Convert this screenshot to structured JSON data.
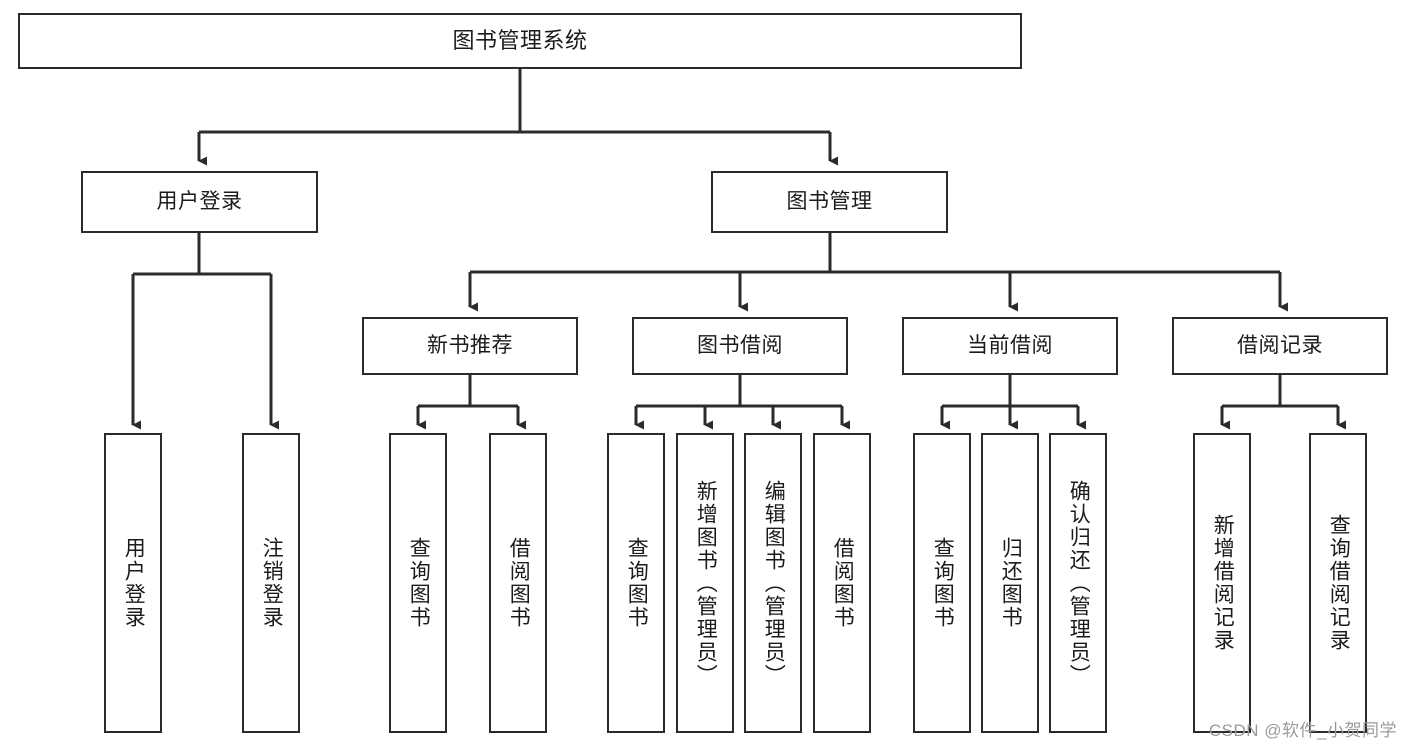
{
  "diagram": {
    "title": "图书管理系统",
    "type": "tree-hierarchy-diagram",
    "colors": {
      "box_border": "#2b2b2b",
      "box_fill": "#ffffff",
      "connector": "#2b2b2b",
      "text": "#1b1b1b",
      "watermark": "#9a9a9a",
      "background": "#ffffff"
    },
    "nodes": {
      "root": {
        "label": "图书管理系统"
      },
      "level2": [
        {
          "id": "user-login",
          "label": "用户登录"
        },
        {
          "id": "book-manage",
          "label": "图书管理"
        }
      ],
      "level3": [
        {
          "id": "new-book-recommend",
          "label": "新书推荐"
        },
        {
          "id": "book-borrow",
          "label": "图书借阅"
        },
        {
          "id": "current-borrow",
          "label": "当前借阅"
        },
        {
          "id": "borrow-record",
          "label": "借阅记录"
        }
      ],
      "leaves": {
        "user-login": [
          {
            "id": "leaf-user-login",
            "label": "用户登录"
          },
          {
            "id": "leaf-user-logout",
            "label": "注销登录"
          }
        ],
        "new-book-recommend": [
          {
            "id": "leaf-query-book-1",
            "label": "查询图书"
          },
          {
            "id": "leaf-borrow-book-1",
            "label": "借阅图书"
          }
        ],
        "book-borrow": [
          {
            "id": "leaf-query-book-2",
            "label": "查询图书"
          },
          {
            "id": "leaf-add-book",
            "label": "新增图书（管理员）"
          },
          {
            "id": "leaf-edit-book",
            "label": "编辑图书（管理员）"
          },
          {
            "id": "leaf-borrow-book-2",
            "label": "借阅图书"
          }
        ],
        "current-borrow": [
          {
            "id": "leaf-query-book-3",
            "label": "查询图书"
          },
          {
            "id": "leaf-return-book",
            "label": "归还图书"
          },
          {
            "id": "leaf-confirm-return",
            "label": "确认归还（管理员）"
          }
        ],
        "borrow-record": [
          {
            "id": "leaf-add-record",
            "label": "新增借阅记录"
          },
          {
            "id": "leaf-query-record",
            "label": "查询借阅记录"
          }
        ]
      }
    },
    "watermark": "CSDN @软件_小贺同学"
  }
}
